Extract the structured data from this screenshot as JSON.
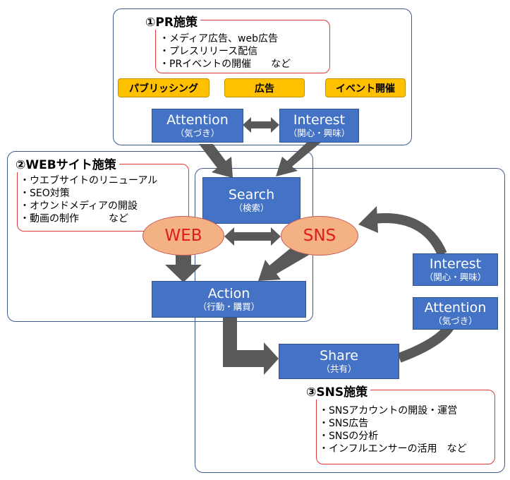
{
  "pr": {
    "title": "①PR施策",
    "bullets": [
      "・メディア広告、web広告",
      "・プレスリリース配信",
      "・PRイベントの開催　　など"
    ],
    "tags": [
      "パブリッシング",
      "広告",
      "イベント開催"
    ]
  },
  "web": {
    "title": "②WEBサイト施策",
    "bullets": [
      "・ウエブサイトのリニューアル",
      "・SEO対策",
      "・オウンドメディアの開設",
      "・動画の制作　　　など"
    ]
  },
  "sns": {
    "title": "③SNS施策",
    "bullets": [
      "・SNSアカウントの開設・運営",
      "・SNS広告",
      "・SNSの分析",
      "・インフルエンサーの活用　など"
    ]
  },
  "boxes": {
    "attention_top": {
      "main": "Attention",
      "sub": "（気づき）"
    },
    "interest_top": {
      "main": "Interest",
      "sub": "（関心・興味）"
    },
    "search": {
      "main": "Search",
      "sub": "（検索）"
    },
    "action": {
      "main": "Action",
      "sub": "（行動・購買）"
    },
    "share": {
      "main": "Share",
      "sub": "（共有）"
    },
    "interest_right": {
      "main": "Interest",
      "sub": "（関心・興味）"
    },
    "attention_right": {
      "main": "Attention",
      "sub": "（気づき）"
    }
  },
  "ellipses": {
    "web": "WEB",
    "sns": "SNS"
  },
  "colors": {
    "box_blue": "#4472c4",
    "tag_orange": "#ffc000",
    "ellipse_fill": "#f4b183",
    "ellipse_text": "#e01b1b",
    "arrow_gray": "#595959",
    "frame_blue": "#3f5d8c",
    "note_red": "#e0383a"
  }
}
